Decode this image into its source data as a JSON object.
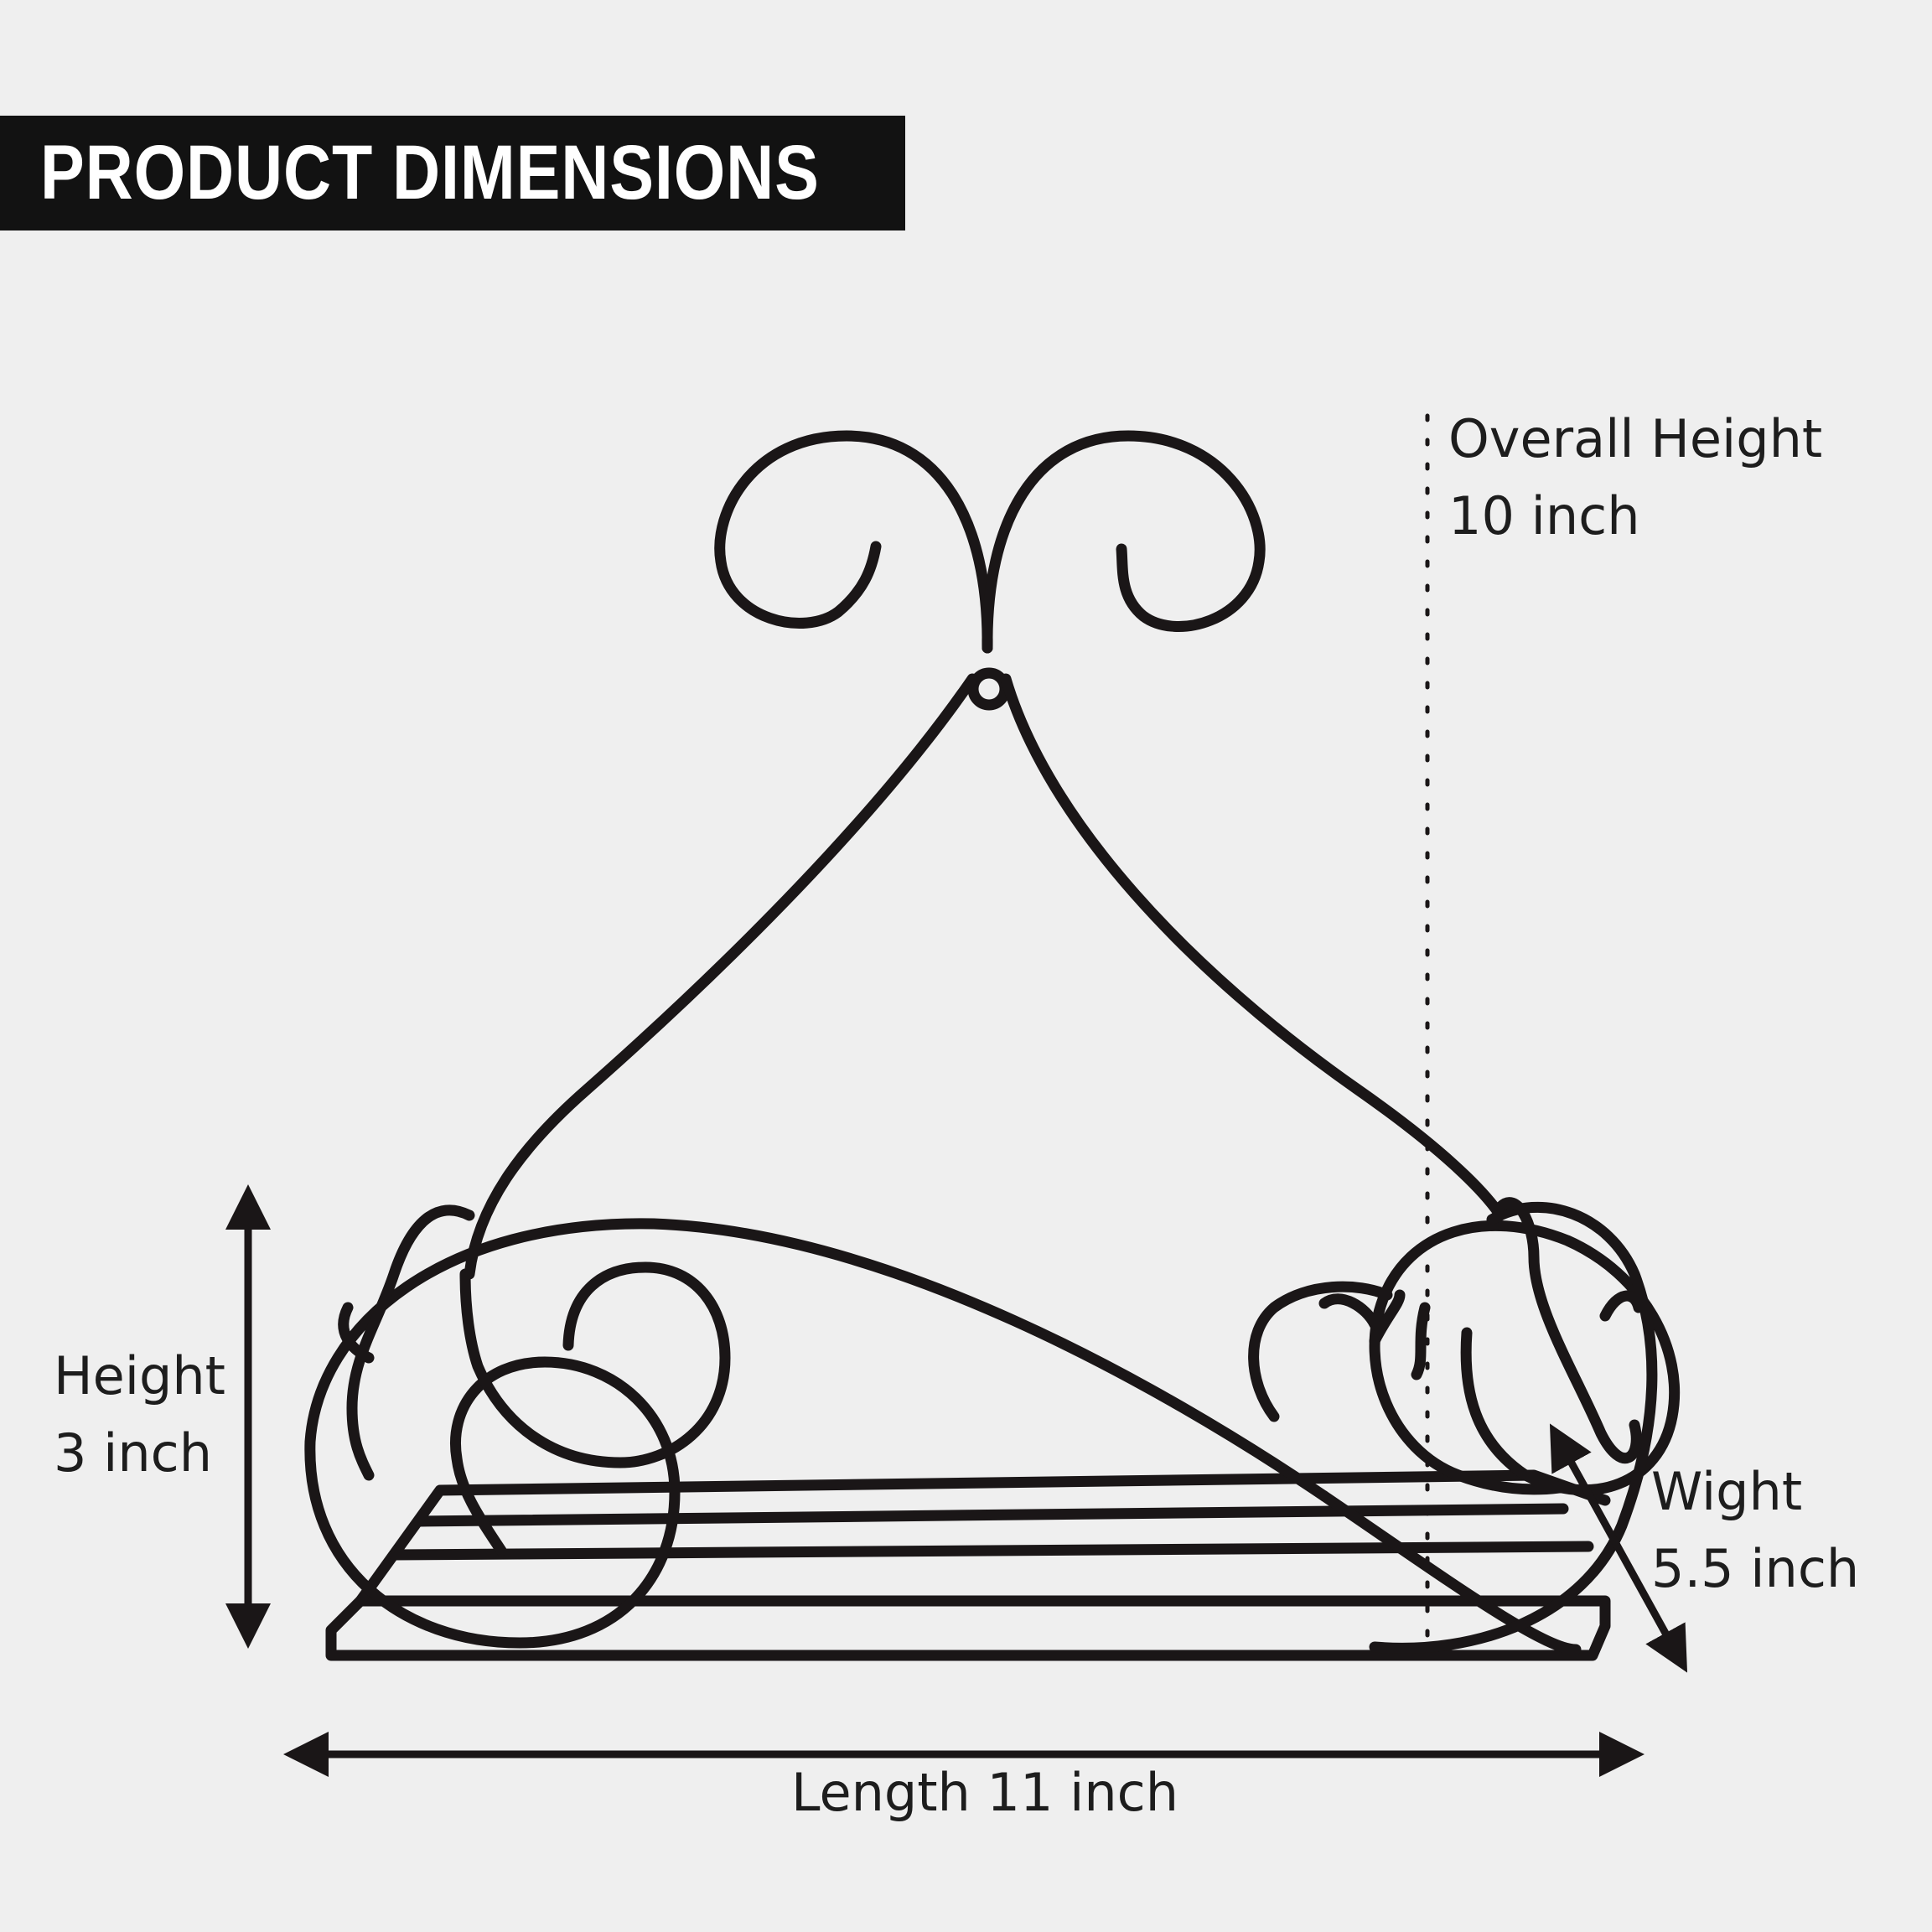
{
  "header": {
    "title": "PRODUCT DIMENSIONS"
  },
  "dimensions": {
    "overall_height": {
      "label": "Overall Height",
      "value": "10 inch"
    },
    "height": {
      "label": "Height",
      "value": "3 inch"
    },
    "width": {
      "label": "Wight",
      "value": "5.5 inch"
    },
    "length": {
      "text": "Length 11 inch"
    }
  },
  "colors": {
    "background": "#efefef",
    "banner": "#121212",
    "banner_text": "#ffffff",
    "product": "#1a1617",
    "text": "#1d1d1d"
  },
  "image": {
    "subject": "black-wire-wall-shelf"
  }
}
